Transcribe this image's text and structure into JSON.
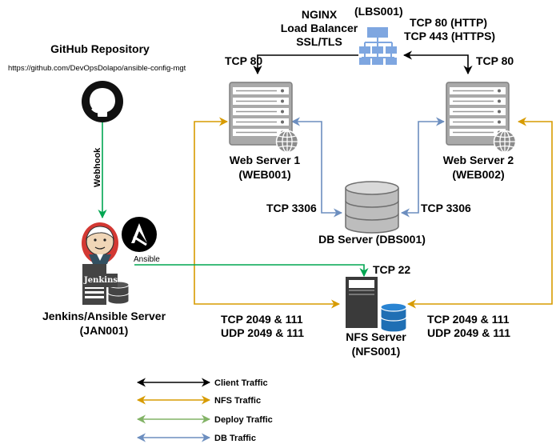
{
  "github": {
    "title": "GitHub Repository",
    "url": "https://github.com/DevOpsDolapo/ansible-config-mgt",
    "webhook": "Webhook"
  },
  "load_balancer": {
    "name": "NGINX",
    "role": "Load Balancer",
    "tls": "SSL/TLS",
    "id": "(LBS001)",
    "ports_http": "TCP 80 (HTTP)",
    "ports_https": "TCP 443 (HTTPS)"
  },
  "links": {
    "lb_web1": "TCP 80",
    "lb_web2": "TCP 80",
    "web1_db": "TCP 3306",
    "web2_db": "TCP 3306",
    "jenkins_nfs": "TCP 22",
    "nfs_left_1": "TCP 2049 & 111",
    "nfs_left_2": "UDP 2049 & 111",
    "nfs_right_1": "TCP 2049 & 111",
    "nfs_right_2": "UDP 2049 & 111",
    "ansible": "Ansible"
  },
  "web1": {
    "name": "Web Server 1",
    "id": "(WEB001)"
  },
  "web2": {
    "name": "Web Server 2",
    "id": "(WEB002)"
  },
  "db": {
    "name": "DB Server (DBS001)"
  },
  "jenkins": {
    "name": "Jenkins/Ansible Server",
    "id": "(JAN001)",
    "logo_text": "Jenkins"
  },
  "nfs": {
    "name": "NFS Server",
    "id": "(NFS001)"
  },
  "legend": [
    {
      "label": "Client Traffic",
      "color": "#000000"
    },
    {
      "label": "NFS Traffic",
      "color": "#d79b00"
    },
    {
      "label": "Deploy Traffic",
      "color": "#82b366"
    },
    {
      "label": "DB Traffic",
      "color": "#6c8ebf"
    }
  ],
  "colors": {
    "client": "#000000",
    "nfs": "#d79b00",
    "db": "#6c8ebf",
    "deploy": "#00a651",
    "lb_icon": "#7ea6e0",
    "server_gray": "#999999",
    "nfs_blue": "#1f6fb4"
  }
}
